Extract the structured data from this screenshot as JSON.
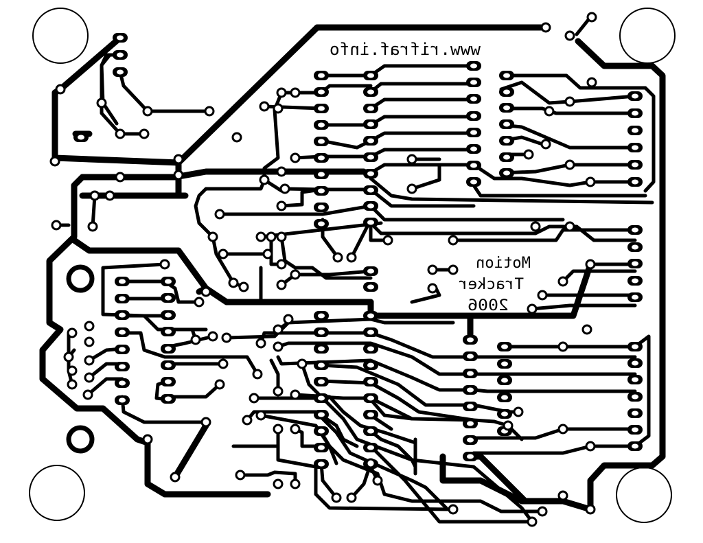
{
  "board": {
    "url_text": "www.rifraf.info",
    "title_line1": "Motion",
    "title_line2": "Tracker",
    "year": "2006",
    "ink": "#000000",
    "substrate": "#ffffff"
  }
}
